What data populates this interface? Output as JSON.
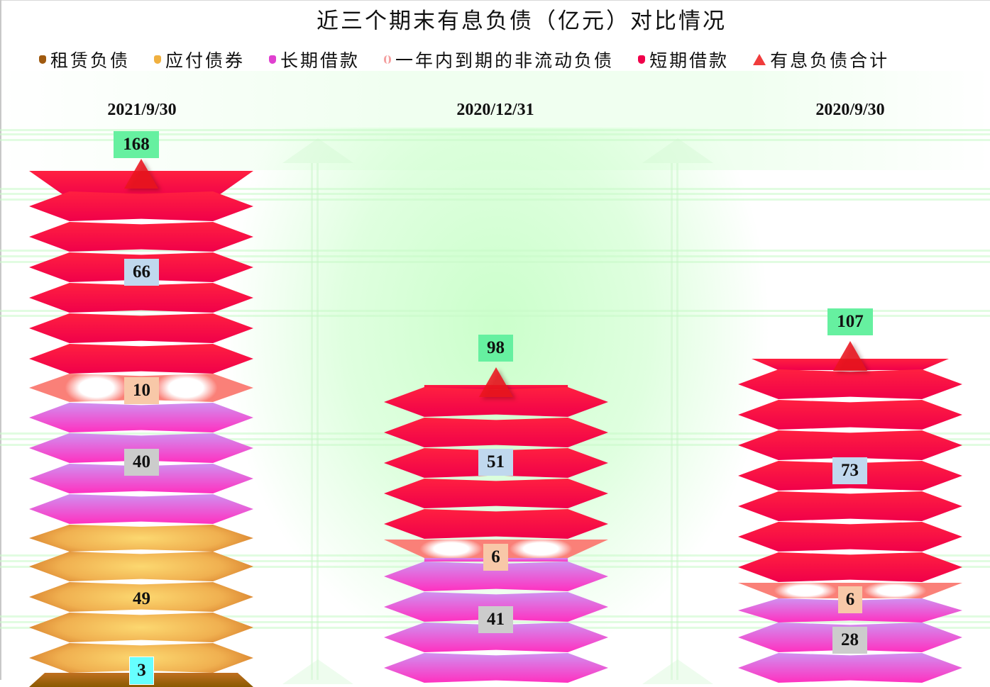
{
  "title": "近三个期末有息负债（亿元）对比情况",
  "legend": [
    {
      "label": "租赁负债",
      "icon": "brown-lantern-icon",
      "color": "#a05a10"
    },
    {
      "label": "应付债券",
      "icon": "orange-lantern-icon",
      "color": "#f0b040"
    },
    {
      "label": "长期借款",
      "icon": "magenta-lantern-icon",
      "color": "#e040d0"
    },
    {
      "label": "一年内到期的非流动负债",
      "icon": "salmon-lantern-icon",
      "color": "#fa8078"
    },
    {
      "label": "短期借款",
      "icon": "red-lantern-icon",
      "color": "#f0004a"
    },
    {
      "label": "有息负债合计",
      "icon": "red-triangle-icon",
      "color": "#f03c3c"
    }
  ],
  "periods": [
    {
      "date": "2021/9/30",
      "total": "168",
      "short_term_loans": "66",
      "current_noncurrent": "10",
      "long_term_loans": "40",
      "bonds_payable": "49",
      "lease_liabilities": "3"
    },
    {
      "date": "2020/12/31",
      "total": "98",
      "short_term_loans": "51",
      "current_noncurrent": "6",
      "long_term_loans": "41"
    },
    {
      "date": "2020/9/30",
      "total": "107",
      "short_term_loans": "73",
      "current_noncurrent": "6",
      "long_term_loans": "28"
    }
  ],
  "chart_data": {
    "type": "bar",
    "stacked": true,
    "title": "近三个期末有息负债（亿元）对比情况",
    "categories": [
      "2021/9/30",
      "2020/12/31",
      "2020/9/30"
    ],
    "series": [
      {
        "name": "租赁负债",
        "values": [
          3,
          0,
          0
        ],
        "color": "#a05a10"
      },
      {
        "name": "应付债券",
        "values": [
          49,
          0,
          0
        ],
        "color": "#f0b040"
      },
      {
        "name": "长期借款",
        "values": [
          40,
          41,
          28
        ],
        "color": "#e040d0"
      },
      {
        "name": "一年内到期的非流动负债",
        "values": [
          10,
          6,
          6
        ],
        "color": "#fa8078"
      },
      {
        "name": "短期借款",
        "values": [
          66,
          51,
          73
        ],
        "color": "#f0004a"
      },
      {
        "name": "有息负债合计",
        "values": [
          168,
          98,
          107
        ],
        "color": "#f03c3c",
        "marker": "triangle"
      }
    ],
    "xlabel": "",
    "ylabel": "",
    "legend_position": "top",
    "grid": false,
    "unit": "亿元"
  }
}
